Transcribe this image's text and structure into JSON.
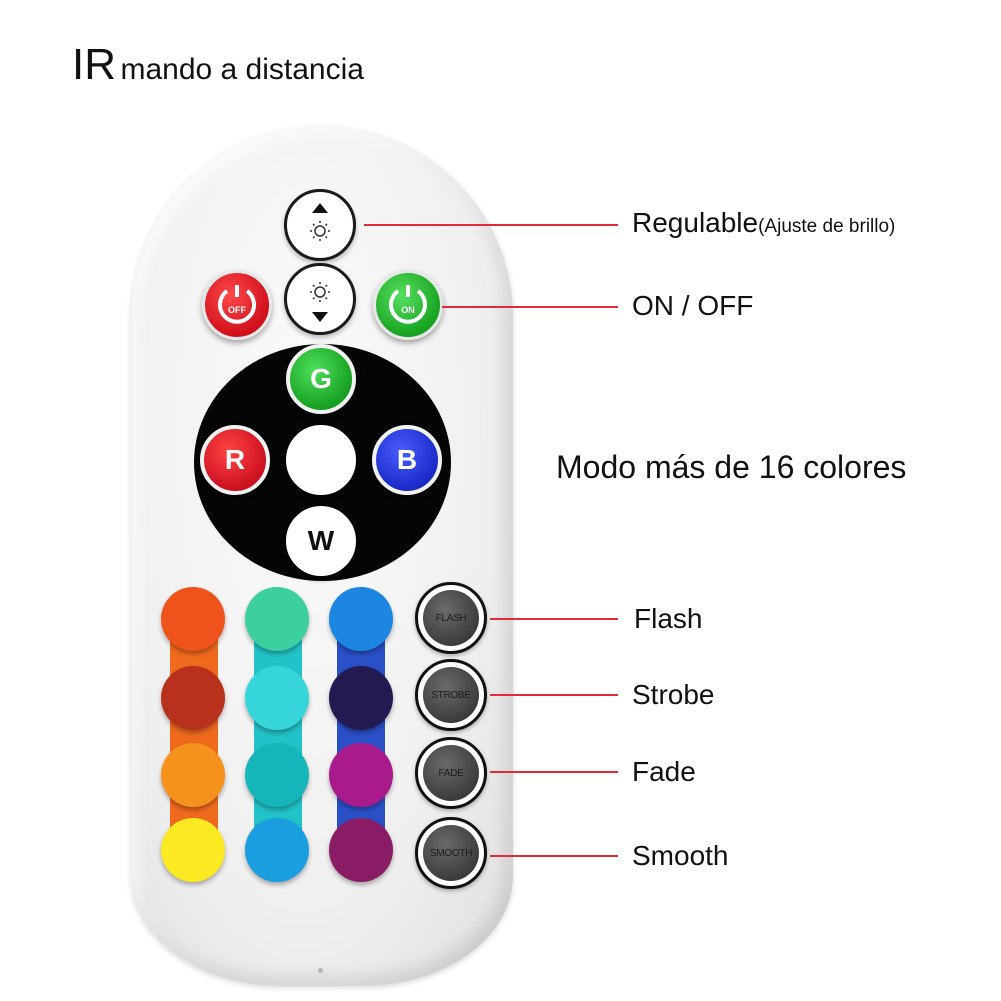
{
  "title": {
    "main": "IR",
    "rest": "mando a distancia"
  },
  "labels": {
    "dimmable": "Regulable",
    "dimmable_note": "(Ajuste de brillo)",
    "on_off": "ON / OFF",
    "colors": "Modo más de 16 colores",
    "flash": "Flash",
    "strobe": "Strobe",
    "fade": "Fade",
    "smooth": "Smooth"
  },
  "remote": {
    "power_off": "OFF",
    "power_on": "ON",
    "g": "G",
    "r": "R",
    "b": "B",
    "w": "W",
    "flash": "FLASH",
    "strobe": "STROBE",
    "fade": "FADE",
    "smooth": "SMOOTH"
  },
  "colors": {
    "leader": "#e22a3a",
    "off_red": "#d00f1b",
    "on_green": "#18a321",
    "col1": [
      "#f0521c",
      "#b8311d",
      "#f5921e",
      "#fbe921"
    ],
    "col2": [
      "#3dcf9f",
      "#35d5d9",
      "#16b5b9",
      "#1a9ee0"
    ],
    "col3": [
      "#1d86e3",
      "#221a50",
      "#a91a8c",
      "#8a1c66"
    ],
    "strip1": "#f06a1e",
    "strip2": "#22c3c8",
    "strip3": "#2a50c8"
  },
  "icons": [
    "sun-up-arrow-icon",
    "sun-down-arrow-icon",
    "power-icon"
  ]
}
